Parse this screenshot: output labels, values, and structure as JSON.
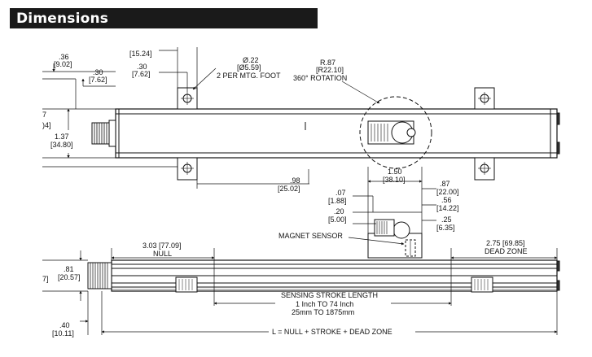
{
  "header": {
    "title": "Dimensions",
    "bg_color": "#1a1a1a",
    "text_color": "#ffffff"
  },
  "top_view": {
    "dim_036": ".36",
    "dim_036_mm": "[9.02]",
    "dim_030a": ".30",
    "dim_030a_mm": "[7.62]",
    "dim_1524_mm": "[15.24]",
    "dim_030b": ".30",
    "dim_030b_mm": "[7.62]",
    "hole_dia": "Ø.22",
    "hole_dia_mm": "[Ø5.59]",
    "hole_note": "2 PER MTG. FOOT",
    "radius": "R.87",
    "radius_mm": "[R22.10]",
    "rotation_note": "360° ROTATION",
    "left_cut_a": "7",
    "left_cut_b": ")4]",
    "height": "1.37",
    "height_mm": "[34.80]",
    "dim_098": ".98",
    "dim_098_mm": "[25.02]",
    "dim_150": "1.50",
    "dim_150_mm": "[38.10]"
  },
  "sensor_detail": {
    "dim_087": ".87",
    "dim_087_mm": "[22.00]",
    "dim_007": ".07",
    "dim_007_mm": "[1.88]",
    "dim_056": ".56",
    "dim_056_mm": "[14.22]",
    "dim_020": ".20",
    "dim_020_mm": "[5.00]",
    "dim_025": ".25",
    "dim_025_mm": "[6.35]",
    "magnet_label": "MAGNET SENSOR"
  },
  "side_view": {
    "null_dim": "3.03 [77.09]",
    "null_label": "NULL",
    "dead_dim": "2.75 [69.85]",
    "dead_label": "DEAD ZONE",
    "left_cut": "7]",
    "dim_081": ".81",
    "dim_081_mm": "[20.57]",
    "stroke_title": "SENSING STROKE LENGTH",
    "stroke_inch": "1 Inch TO 74 Inch",
    "stroke_mm": "25mm TO 1875mm",
    "dim_040": ".40",
    "dim_040_mm": "[10.11]",
    "length_formula": "L = NULL + STROKE + DEAD ZONE"
  }
}
